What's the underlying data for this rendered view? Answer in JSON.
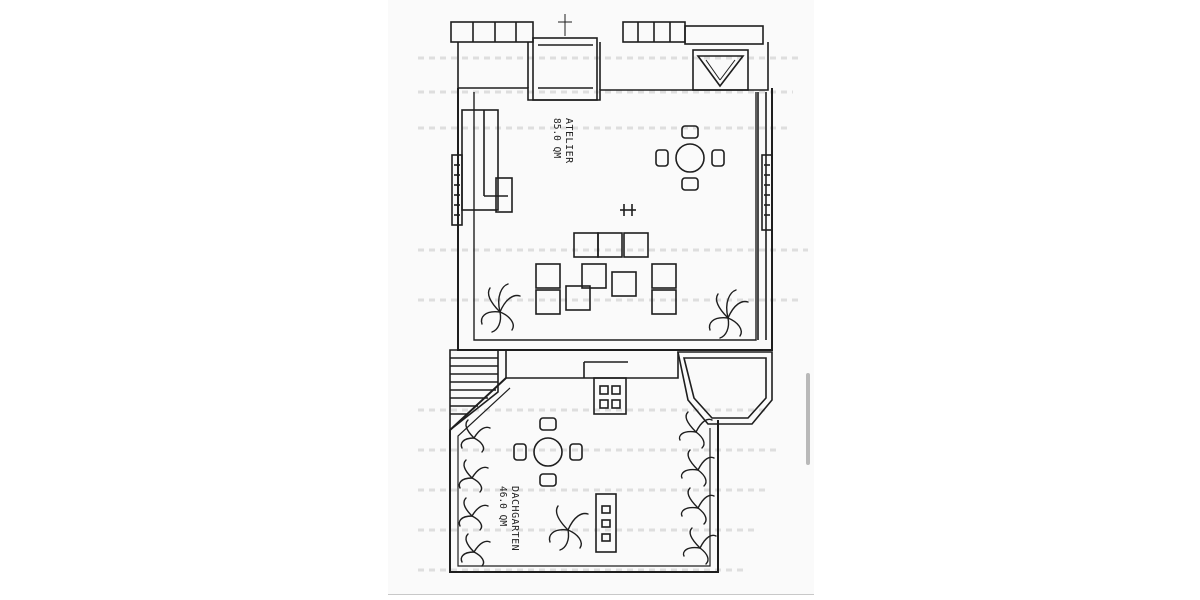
{
  "rooms": [
    {
      "name": "ATELIER",
      "area": "85.0 QM"
    },
    {
      "name": "DACHGARTEN",
      "area": "46.0 QM"
    }
  ],
  "colors": {
    "ink": "#1e1e1e",
    "paper": "#fafafa",
    "faint": "#dcdcdc"
  },
  "icons": [
    "plant-icon",
    "table-icon",
    "chair-icon",
    "skylight-icon",
    "stair-icon"
  ]
}
